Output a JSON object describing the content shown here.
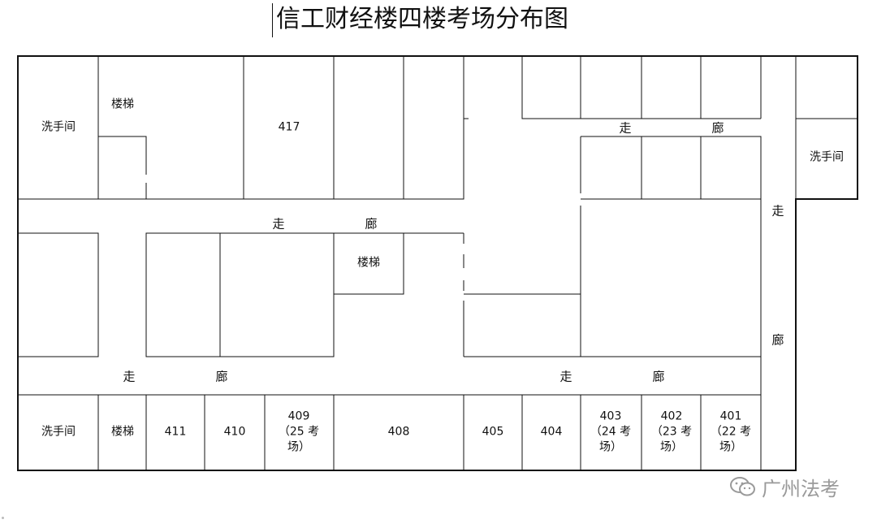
{
  "title": "信工财经楼四楼考场分布图",
  "rooms": {
    "washroom_left_top": "洗手间",
    "stairs_left_top": "楼梯",
    "r417": "417",
    "washroom_right": "洗手间",
    "stairs_middle": "楼梯",
    "washroom_left_bottom": "洗手间",
    "stairs_left_bottom": "楼梯",
    "r411": "411",
    "r410": "410",
    "r409": "409\n（25 考\n场）",
    "r408": "408",
    "r405": "405",
    "r404": "404",
    "r403": "403\n（24 考\n场）",
    "r402": "402\n（23 考\n场）",
    "r401": "401\n（22 考\n场）"
  },
  "corridor": {
    "zou": "走",
    "lang": "廊"
  },
  "watermark": "广州法考",
  "colors": {
    "line": "#111111",
    "watermark": "#9a9a9a"
  }
}
